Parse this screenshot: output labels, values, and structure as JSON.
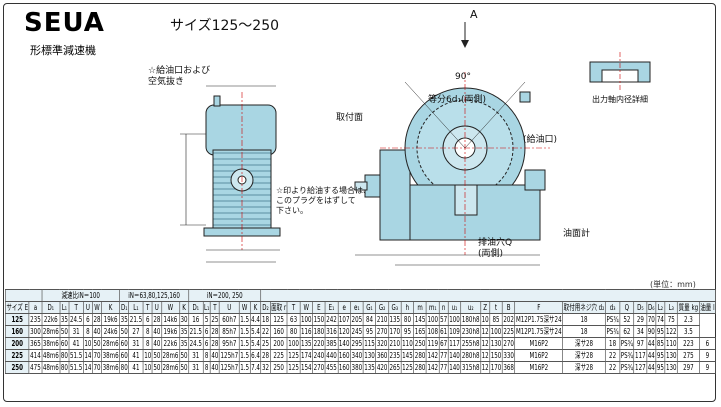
{
  "header": {
    "title": "SEUA",
    "subtitle": "形標準減速機",
    "sizes": "サイズ125～250"
  },
  "drawing_labels": {
    "vent": "☆給油口および\n空気抜き",
    "mount_face": "取付面",
    "oil_inlet": "(給油口)",
    "equal_holes": "等分6d₁(両側)",
    "arrow_a": "A",
    "angle": "90°",
    "oil_gauge": "油面計",
    "drain": "排油穴Q\n(両側)",
    "note": "☆印より給油する場合は、\nこのプラグをはずして\n下さい。",
    "shaft_detail": "出力軸内径詳細",
    "unit_note": "(単位：mm)"
  },
  "table": {
    "group_headers": {
      "ratio100": "減速比iN＝100",
      "ratio63": "iN＝63,80,125,160",
      "ratio200": "iN＝200, 250"
    },
    "columns": [
      "サイズ E",
      "a",
      "D₁",
      "L₁",
      "T",
      "U",
      "W",
      "K",
      "D₁",
      "L₁",
      "T",
      "U",
      "W",
      "K",
      "D₁",
      "L₁",
      "T",
      "U",
      "W",
      "K",
      "D₂",
      "面取 r",
      "T",
      "W",
      "E",
      "E₁",
      "e",
      "e₁",
      "G₁",
      "G₂",
      "G₃",
      "h",
      "m",
      "m₁",
      "n",
      "u₁",
      "u₂",
      "Z",
      "t",
      "B",
      "F",
      "取付用ネジ穴 d₂",
      "d₃",
      "Q",
      "D₅",
      "D₆",
      "L₂",
      "L₃",
      "質量 kg",
      "油量 l"
    ],
    "rows": [
      [
        "125",
        "235",
        "22k6",
        "35",
        "24.5",
        "6",
        "28",
        "19k6",
        "35",
        "21.5",
        "6",
        "28",
        "14k6",
        "30",
        "16",
        "5",
        "25",
        "60h7",
        "1.5",
        "4.4",
        "18",
        "125",
        "63",
        "100",
        "150",
        "242",
        "107",
        "205",
        "84",
        "210",
        "135",
        "80",
        "145",
        "100",
        "57",
        "100",
        "180h8",
        "10",
        "85",
        "202",
        "M12P1.75深サ24",
        "18",
        "PS¾",
        "52",
        "29",
        "70",
        "74",
        "75",
        "2.3"
      ],
      [
        "160",
        "300",
        "28m6",
        "50",
        "31",
        "8",
        "40",
        "24k6",
        "50",
        "27",
        "8",
        "40",
        "19k6",
        "35",
        "21.5",
        "6",
        "28",
        "85h7",
        "1.5",
        "5.4",
        "22",
        "160",
        "80",
        "116",
        "180",
        "316",
        "120",
        "245",
        "95",
        "270",
        "170",
        "95",
        "165",
        "108",
        "61",
        "109",
        "230h8",
        "12",
        "100",
        "225",
        "M12P1.75深サ24",
        "18",
        "PS¾",
        "62",
        "34",
        "90",
        "95",
        "122",
        "3.5"
      ],
      [
        "200",
        "365",
        "38m6",
        "60",
        "41",
        "10",
        "50",
        "28m6",
        "60",
        "31",
        "8",
        "40",
        "22k6",
        "35",
        "24.5",
        "6",
        "28",
        "95h7",
        "1.5",
        "5.4",
        "25",
        "200",
        "100",
        "135",
        "220",
        "385",
        "140",
        "295",
        "115",
        "320",
        "210",
        "110",
        "250",
        "119",
        "67",
        "117",
        "255h8",
        "12",
        "130",
        "270",
        "M16P2",
        "深サ28",
        "18",
        "PS¾",
        "97",
        "44",
        "85",
        "110",
        "223",
        "6"
      ],
      [
        "225",
        "414",
        "48m6",
        "80",
        "51.5",
        "14",
        "70",
        "38m6",
        "60",
        "41",
        "10",
        "50",
        "28m6",
        "50",
        "31",
        "8",
        "40",
        "125h7",
        "1.5",
        "6.4",
        "28",
        "225",
        "125",
        "174",
        "240",
        "440",
        "160",
        "340",
        "130",
        "360",
        "235",
        "145",
        "280",
        "142",
        "77",
        "140",
        "280h8",
        "12",
        "150",
        "330",
        "M16P2",
        "深サ28",
        "22",
        "PS¾",
        "117",
        "44",
        "95",
        "130",
        "275",
        "9"
      ],
      [
        "250",
        "475",
        "48m6",
        "80",
        "51.5",
        "14",
        "70",
        "38m6",
        "80",
        "41",
        "10",
        "50",
        "28m6",
        "50",
        "31",
        "8",
        "40",
        "125h7",
        "1.5",
        "7.4",
        "32",
        "250",
        "125",
        "154",
        "270",
        "455",
        "160",
        "380",
        "135",
        "420",
        "265",
        "125",
        "280",
        "142",
        "77",
        "140",
        "315h8",
        "12",
        "170",
        "368",
        "M16P2",
        "深サ28",
        "22",
        "PS¾",
        "127",
        "44",
        "95",
        "130",
        "297",
        "9"
      ]
    ]
  }
}
